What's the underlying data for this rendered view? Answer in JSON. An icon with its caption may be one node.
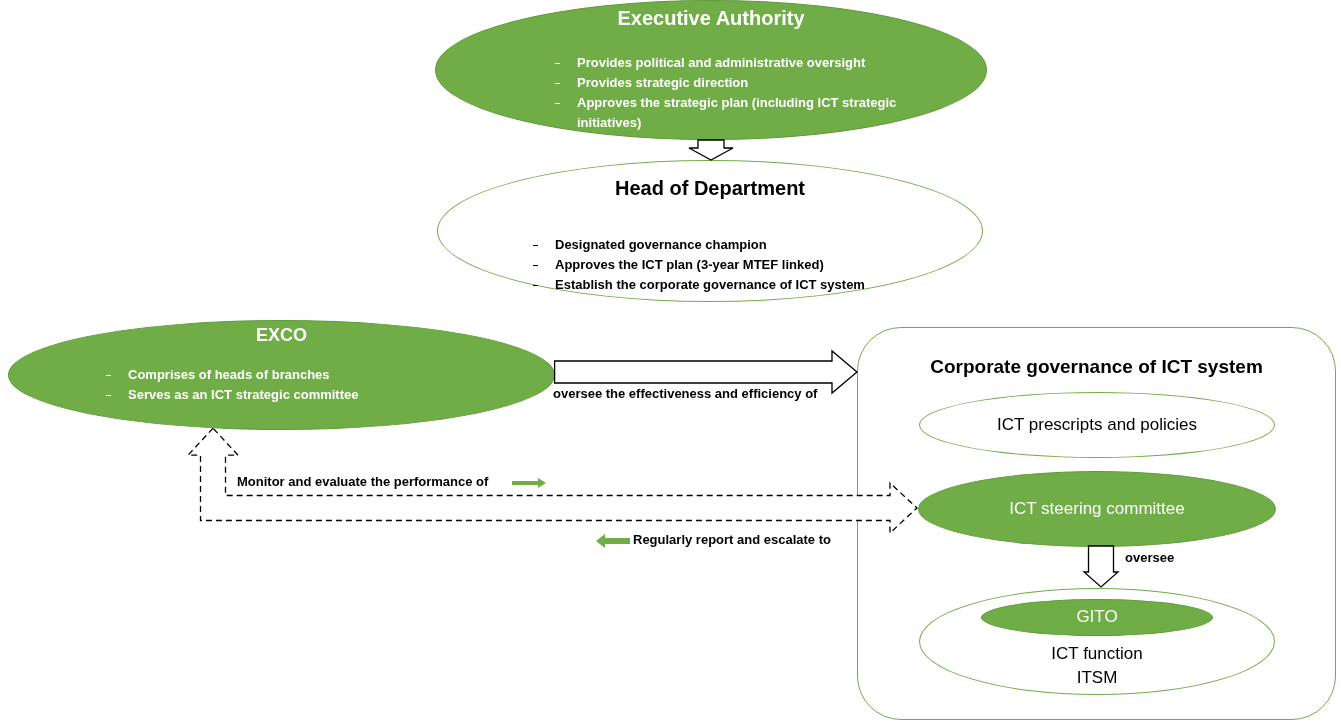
{
  "diagram": {
    "nodes": [
      {
        "text": [
          "Executive Authority",
          "Provides political and administrative oversight",
          "Provides strategic direction",
          "Approves the strategic plan (including ICT strategic initiatives)"
        ]
      },
      {
        "text": [
          "Head of Department",
          "Designated governance champion",
          "Approves the ICT plan (3-year MTEF linked)",
          "Establish the corporate governance of ICT system"
        ]
      },
      {
        "text": [
          "EXCO",
          "Comprises of heads of branches",
          "Serves as an ICT strategic committee"
        ]
      },
      {
        "text": [
          "Corporate governance of ICT system"
        ]
      },
      {
        "text": [
          "ICT prescripts and policies"
        ],
        "in": 3
      },
      {
        "text": [
          "ICT steering committee"
        ],
        "in": 3
      },
      {
        "text": [
          "ICT function",
          "ITSM"
        ],
        "in": 3
      },
      {
        "text": [
          "GITO"
        ],
        "in": 6
      }
    ],
    "edges": [
      {
        "from": 0,
        "to": 1,
        "arrow": "to"
      },
      {
        "from": 2,
        "to": 3,
        "arrow": "to",
        "label": "oversee the effectiveness and efficiency of"
      },
      {
        "from": 2,
        "to": 5,
        "arrow": "both",
        "style": "dashed",
        "label": "Monitor and evaluate the performance of"
      },
      {
        "from": 5,
        "to": 6,
        "arrow": "to",
        "label": "oversee"
      }
    ],
    "labels": [
      "Regularly report and escalate to"
    ]
  }
}
